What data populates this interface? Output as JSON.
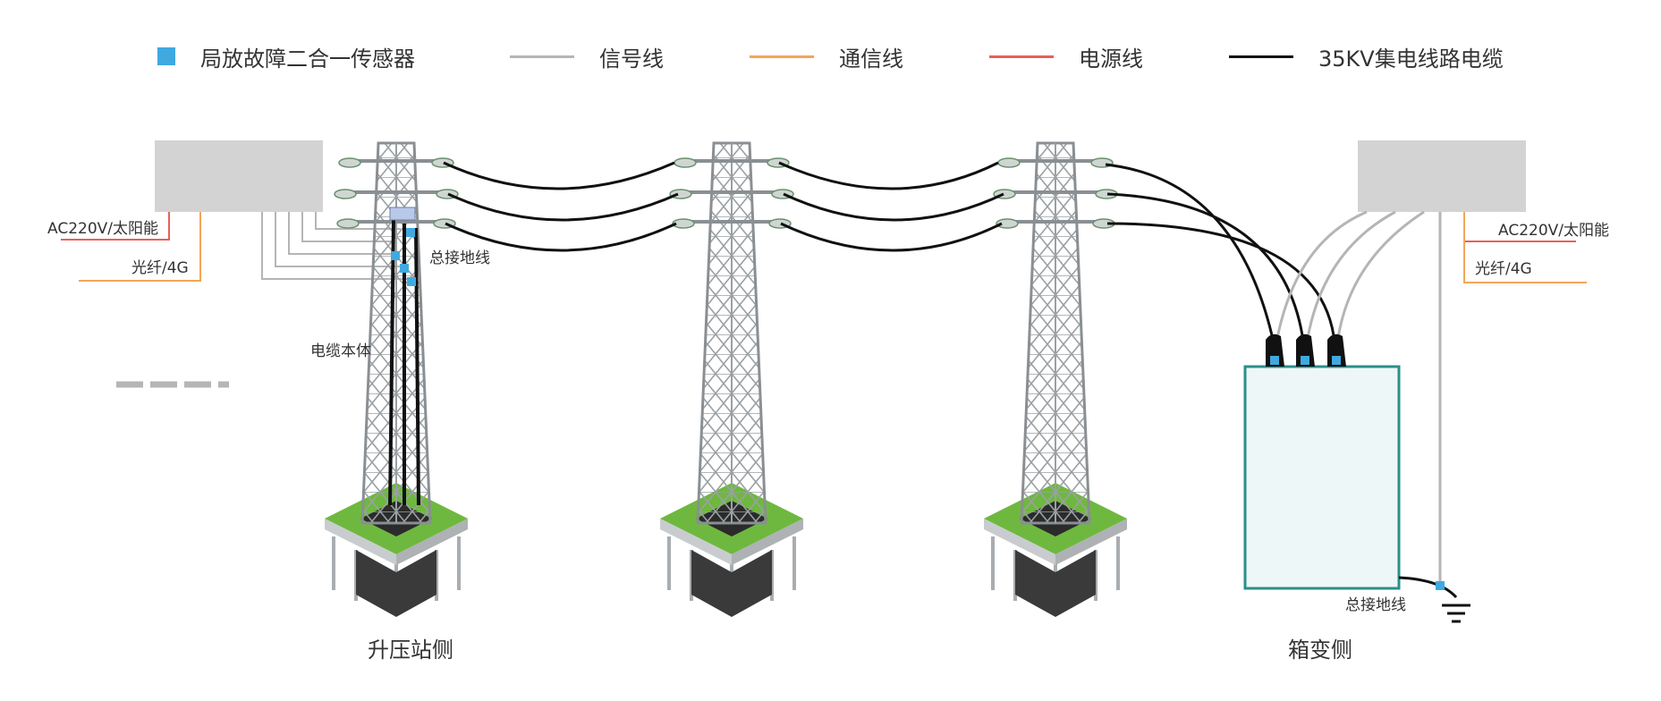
{
  "legend": [
    {
      "label": "局放故障二合一传感器",
      "kind": "square",
      "color": "#3fa9e0"
    },
    {
      "label": "信号线",
      "kind": "line",
      "color": "#b5b5b5"
    },
    {
      "label": "通信线",
      "kind": "line",
      "color": "#f2a65a"
    },
    {
      "label": "电源线",
      "kind": "line",
      "color": "#e8605a"
    },
    {
      "label": "35KV集电线路电缆",
      "kind": "line",
      "color": "#111111"
    }
  ],
  "left": {
    "power_label": "AC220V/太阳能",
    "comm_label": "光纤/4G",
    "ground_label": "总接地线",
    "cable_label": "电缆本体",
    "side_label": "升压站侧"
  },
  "right": {
    "power_label": "AC220V/太阳能",
    "comm_label": "光纤/4G",
    "ground_label": "总接地线",
    "side_label": "箱变侧"
  },
  "colors": {
    "sensor": "#3fa9e0",
    "signal": "#b5b5b5",
    "comm": "#f2a65a",
    "power": "#e8605a",
    "cable": "#111111",
    "monitor_box": "#d3d3d3",
    "transformer_border": "#2a8f8a",
    "transformer_fill": "#eef7f7",
    "grass": "#6fb83f",
    "steel": "#8a8f93"
  }
}
